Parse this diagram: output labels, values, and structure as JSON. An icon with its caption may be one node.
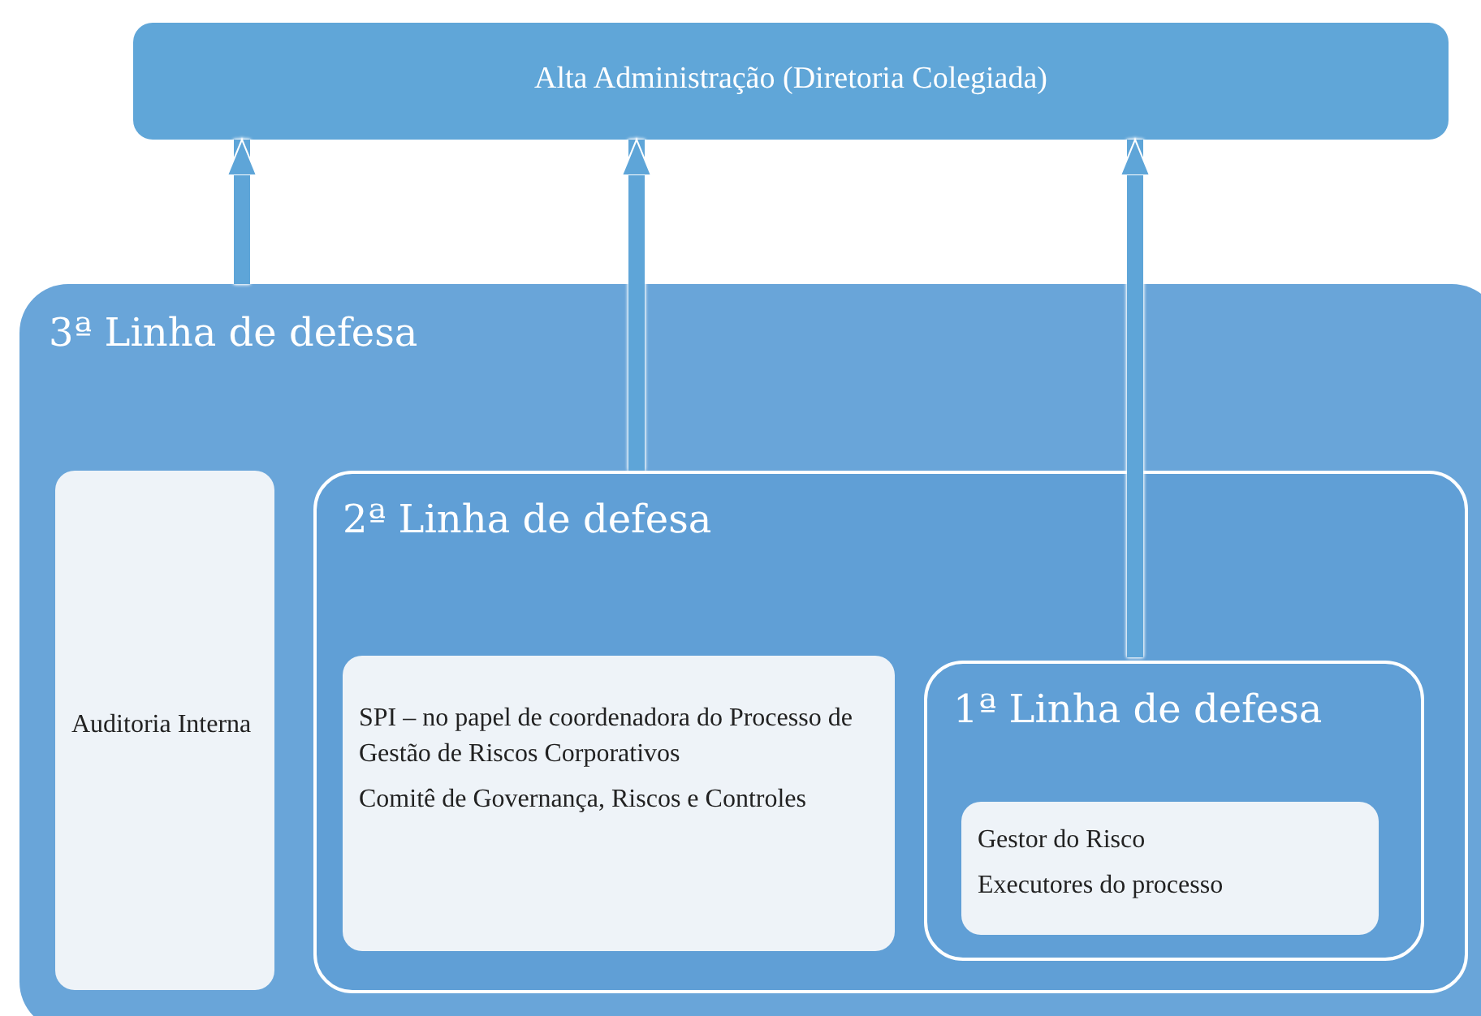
{
  "diagram": {
    "nodes": [
      {
        "text": [
          "Alta Administração (Diretoria Colegiada)"
        ]
      },
      {
        "text": [
          "3ª Linha de defesa"
        ]
      },
      {
        "text": [
          "Auditoria Interna"
        ],
        "in": 1
      },
      {
        "text": [
          "2ª Linha de defesa"
        ],
        "in": 1
      },
      {
        "text": [
          "SPI – no papel de coordenadora do Processo de Gestão de Riscos Corporativos",
          "Comitê de Governança, Riscos e Controles"
        ],
        "in": 3
      },
      {
        "text": [
          "1ª Linha de defesa"
        ],
        "in": 3
      },
      {
        "text": [
          "Gestor do Risco",
          "Executores do processo"
        ],
        "in": 5
      }
    ],
    "edges": [
      {
        "from": 1,
        "to": 0,
        "arrow": "to"
      },
      {
        "from": 3,
        "to": 0,
        "arrow": "to"
      },
      {
        "from": 5,
        "to": 0,
        "arrow": "to"
      }
    ]
  }
}
